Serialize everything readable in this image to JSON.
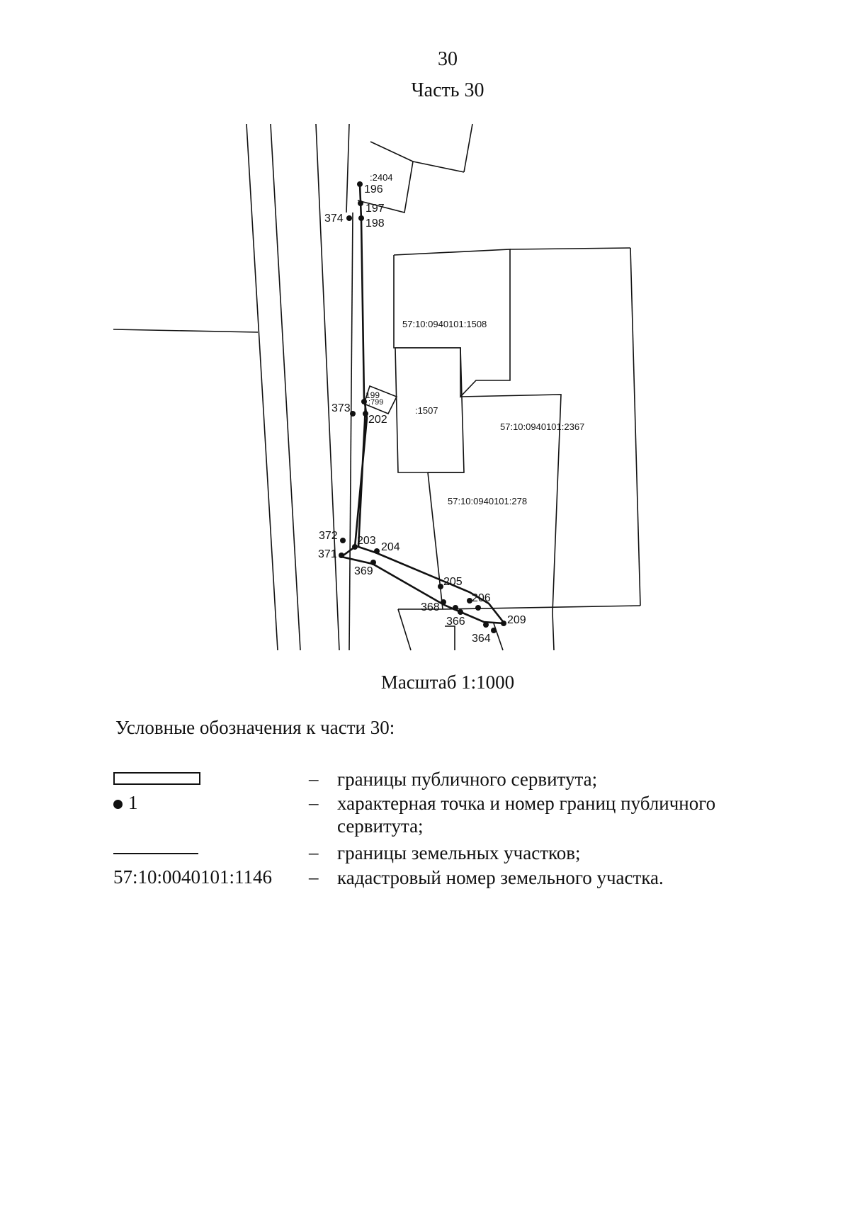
{
  "header": {
    "page_number": "30",
    "part_title": "Часть 30"
  },
  "map": {
    "labels": {
      "p2404": ":2404",
      "p1508": "57:10:0940101:1508",
      "p1507": ":1507",
      "p2367": "57:10:0940101:2367",
      "p278": "57:10:0940101:278",
      "p799": ":799"
    },
    "points": {
      "n196": "196",
      "n197": "197",
      "n198": "198",
      "n374": "374",
      "n199": "199",
      "n373": "373",
      "n202": "202",
      "n372": "372",
      "n371": "371",
      "n203": "203",
      "n204": "204",
      "n369": "369",
      "n205": "205",
      "n206": "206",
      "n368": "368",
      "n366": "366",
      "n209": "209",
      "n364": "364"
    }
  },
  "scale": "Масштаб 1:1000",
  "legend": {
    "title": "Условные обозначения к части 30:",
    "dash": "–",
    "items": [
      {
        "desc": "границы публичного сервитута;"
      },
      {
        "symbol": "1",
        "desc": "характерная точка и номер границ публичного сервитута;"
      },
      {
        "desc": "границы земельных участков;"
      },
      {
        "symbol": "57:10:0040101:1146",
        "desc": "кадастровый номер земельного участка."
      }
    ]
  }
}
